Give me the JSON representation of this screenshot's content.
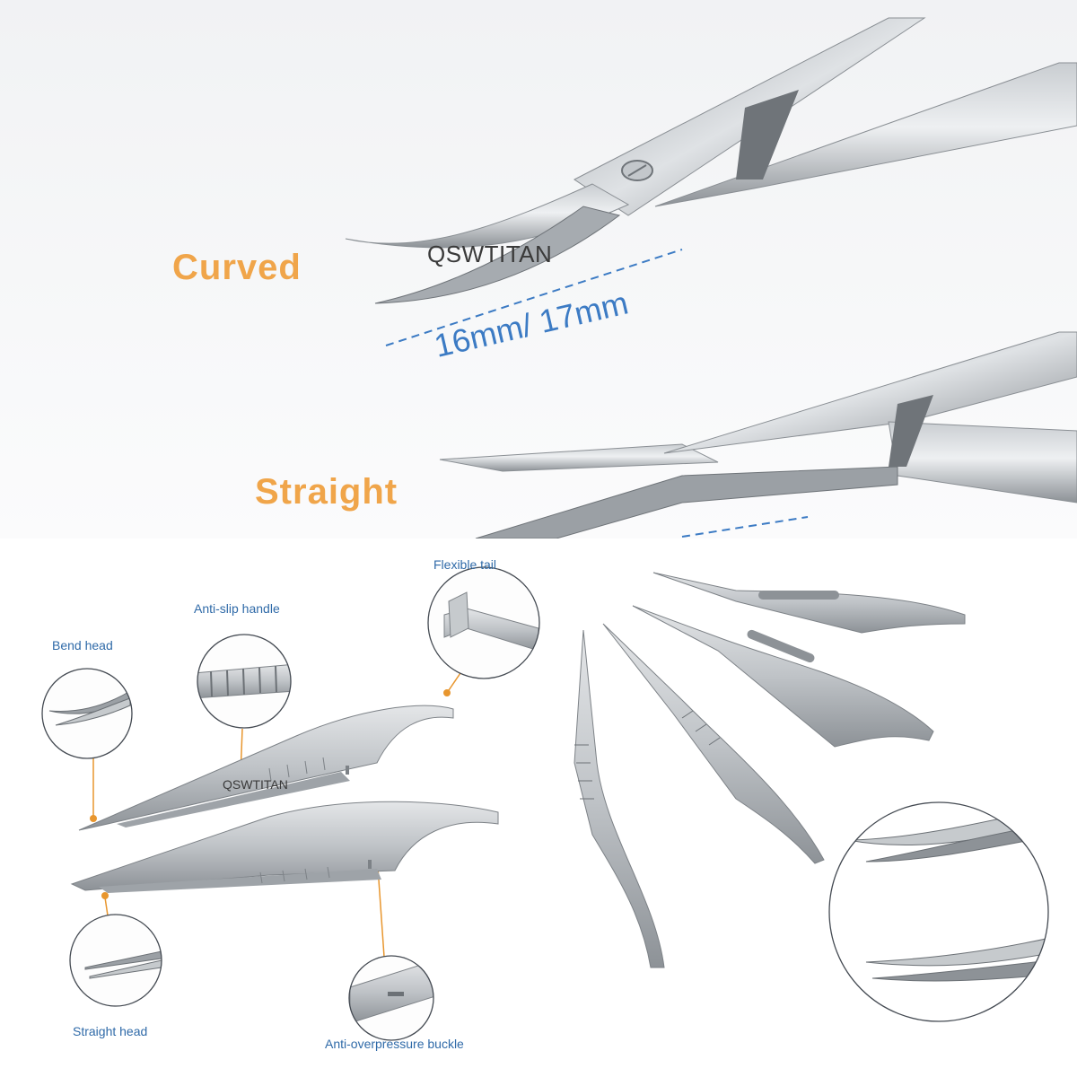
{
  "top_panel": {
    "label_curved": "Curved",
    "label_straight": "Straight",
    "length_label": "16mm/ 17mm",
    "watermark": "QSWTITAN"
  },
  "bottom_panel": {
    "watermark": "QSWTITAN",
    "callouts": {
      "flexible_tail": "Flexible tail",
      "anti_slip_handle": "Anti-slip handle",
      "bend_head": "Bend head",
      "straight_head": "Straight head",
      "anti_overpressure_buckle": "Anti-overpressure buckle"
    }
  },
  "colors": {
    "label_orange": "#f0a54a",
    "measure_blue": "#3c7bc4",
    "callout_blue": "#2f6aa8",
    "callout_dot": "#e8962e",
    "steel_light": "#d9dcdf",
    "steel_dark": "#7d8287"
  }
}
